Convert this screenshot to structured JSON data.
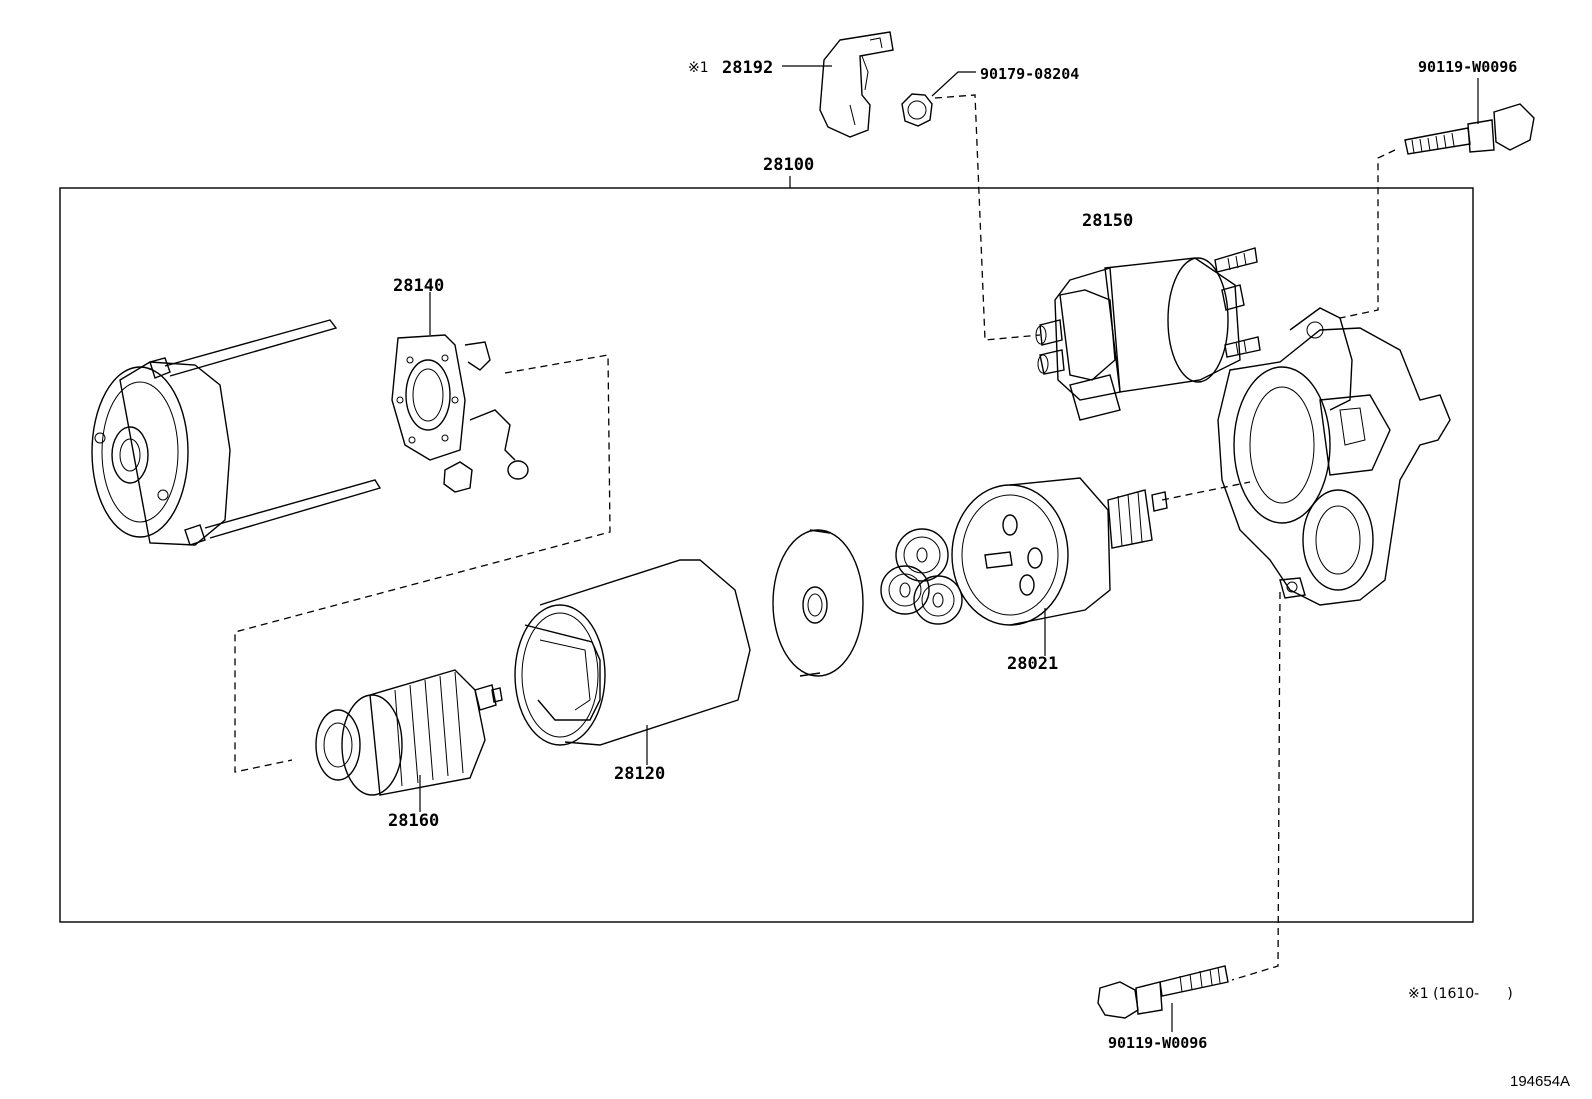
{
  "parts": {
    "p28192": "28192",
    "p28192_mark": "※1",
    "p90179": "90179-08204",
    "p90119_top": "90119-W0096",
    "p28100": "28100",
    "p28150": "28150",
    "p28140": "28140",
    "p28021": "28021",
    "p28120": "28120",
    "p28160": "28160",
    "p90119_bottom": "90119-W0096"
  },
  "note": "※1 (1610-　　)",
  "figure_id": "194654A"
}
